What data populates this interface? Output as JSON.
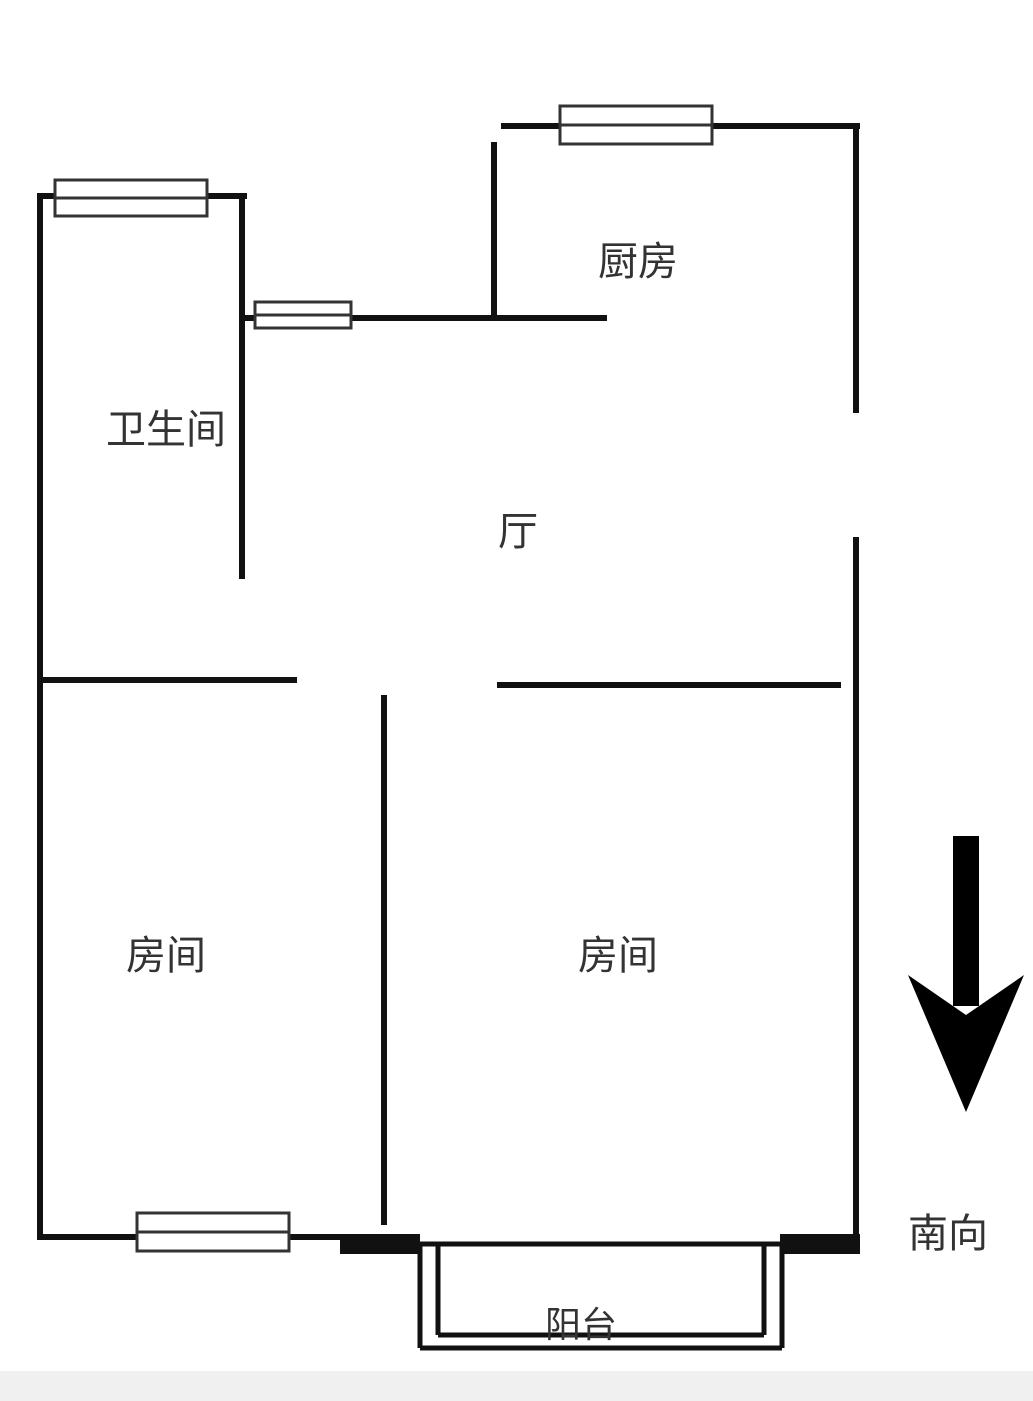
{
  "rooms": {
    "kitchen": "厨房",
    "bathroom": "卫生间",
    "living_room": "厅",
    "bedroom_left": "房间",
    "bedroom_right": "房间",
    "balcony": "阳台"
  },
  "orientation": {
    "label": "南向",
    "arrow_icon": "arrow-down-icon"
  },
  "colors": {
    "wall": "#111111",
    "window_frame": "#333333",
    "background": "#ffffff"
  }
}
